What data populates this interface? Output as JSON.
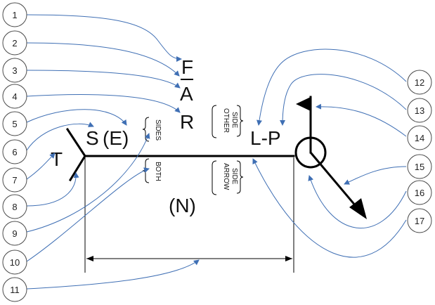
{
  "callouts": [
    "1",
    "2",
    "3",
    "4",
    "5",
    "6",
    "7",
    "8",
    "9",
    "10",
    "11",
    "12",
    "13",
    "14",
    "15",
    "16",
    "17"
  ],
  "symbols": {
    "finish": "F",
    "angle": "A",
    "radius": "R",
    "size": "S",
    "effective": "(E)",
    "tail": "T",
    "length_pitch": "L-P",
    "number": "(N)"
  },
  "notes": {
    "both": "BOTH",
    "sides": "SIDES",
    "other": "OTHER",
    "other_side": "SIDE",
    "arrow": "ARROW",
    "arrow_side": "SIDE"
  },
  "colors": {
    "leader": "#3f6fb4",
    "line": "#000000"
  }
}
